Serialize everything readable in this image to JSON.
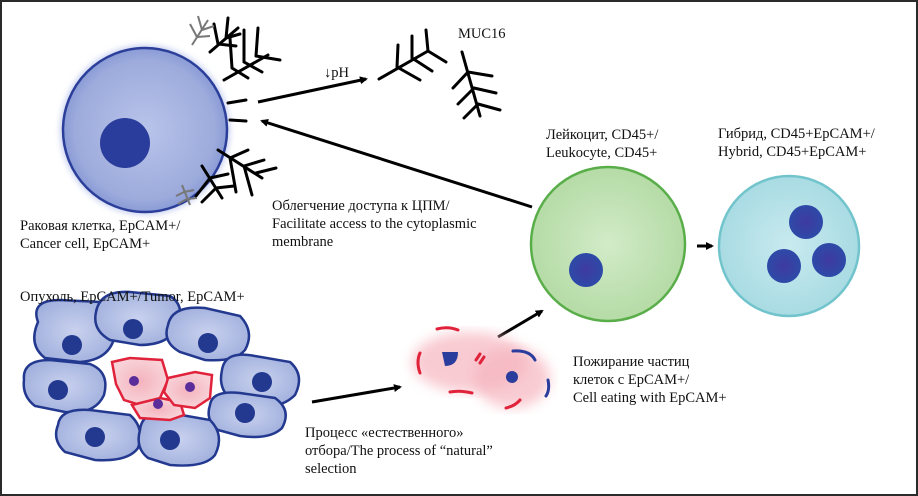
{
  "figure": {
    "cancer_cell": {
      "label_ru": "Раковая клетка, EpCAM+/",
      "label_en": "Cancer cell, EpCAM+"
    },
    "ph_label": "↓pH",
    "muc16_label": "MUC16",
    "facilitate": {
      "line1": "Облегчение доступа к ЦПМ/",
      "line2": "Facilitate access to the cytoplasmic",
      "line3": "membrane"
    },
    "leukocyte": {
      "label_ru": "Лейкоцит, CD45+/",
      "label_en": "Leukocyte, CD45+"
    },
    "hybrid": {
      "label_ru": "Гибрид, CD45+EpCAM+/",
      "label_en": "Hybrid, CD45+EpCAM+"
    },
    "tumor": {
      "label": "Опухоль, EpCAM+/Tumor, EpCAM+"
    },
    "cell_eating": {
      "line1": "Пожирание частиц",
      "line2": "клеток с EpCAM+/",
      "line3": "Cell eating with EpCAM+"
    },
    "selection": {
      "line1": "Процесс «естественного»",
      "line2": "отбора/The process of “natural”",
      "line3": "selection"
    },
    "colors": {
      "cancer_fill": "#9dabdc",
      "cancer_stroke": "#2b3f9a",
      "nucleus": "#2a3c9c",
      "leukocyte_fill": "#bfe0b2",
      "leukocyte_stroke": "#5aae4a",
      "hybrid_fill": "#b6e1e8",
      "hybrid_stroke": "#72c4cc",
      "selected_cell_fill": "#f3b9c2",
      "selected_cell_stroke": "#e0223a"
    }
  }
}
